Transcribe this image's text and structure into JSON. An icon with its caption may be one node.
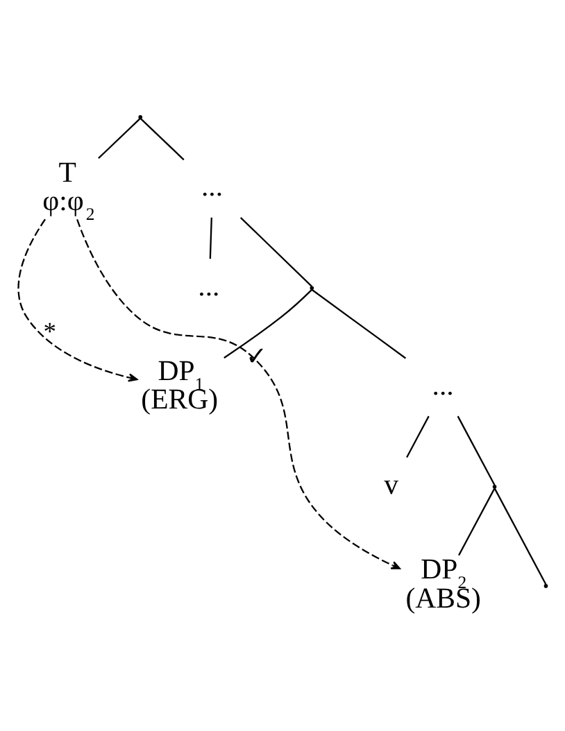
{
  "diagram": {
    "nodes": [
      {
        "text": [],
        "shape": "point"
      },
      {
        "text": [
          "T",
          "φ:φ$_{2}$"
        ]
      },
      {
        "text": [
          "..."
        ]
      },
      {
        "text": [
          "..."
        ]
      },
      {
        "text": [],
        "shape": "point"
      },
      {
        "text": [
          "DP$_{1}$",
          "(ERG)"
        ]
      },
      {
        "text": [
          "..."
        ]
      },
      {
        "text": [
          "v"
        ]
      },
      {
        "text": [],
        "shape": "point"
      },
      {
        "text": [],
        "shape": "point"
      },
      {
        "text": [
          "DP$_{2}$",
          "(ABS)"
        ]
      }
    ],
    "edges": [
      {
        "from": 0,
        "to": 1,
        "arrow": "none"
      },
      {
        "from": 0,
        "to": 2,
        "arrow": "none"
      },
      {
        "from": 2,
        "to": 3,
        "arrow": "none"
      },
      {
        "from": 2,
        "to": 4,
        "arrow": "none"
      },
      {
        "from": 4,
        "to": 5,
        "arrow": "none"
      },
      {
        "from": 4,
        "to": 6,
        "arrow": "none"
      },
      {
        "from": 6,
        "to": 7,
        "arrow": "none"
      },
      {
        "from": 6,
        "to": 8,
        "arrow": "none"
      },
      {
        "from": 8,
        "to": 9,
        "arrow": "none"
      },
      {
        "from": 8,
        "to": 10,
        "arrow": "none"
      },
      {
        "from": 1,
        "to": 5,
        "arrow": "to",
        "style": "dashed",
        "label": "*"
      },
      {
        "from": 1,
        "to": 10,
        "arrow": "to",
        "style": "dashed",
        "label": "✓"
      }
    ]
  }
}
